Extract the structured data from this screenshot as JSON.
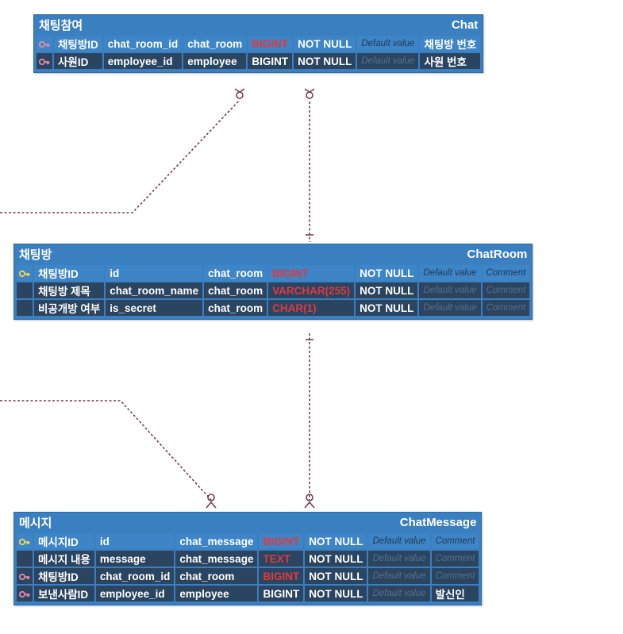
{
  "entities": {
    "chat": {
      "logical_name": "채팅참여",
      "physical_name": "Chat",
      "columns": [
        {
          "key": "fk",
          "logical": "채팅방ID",
          "physical": "chat_room_id",
          "domain": "chat_room",
          "type": "BIGINT",
          "type_color": "red",
          "null": "NOT NULL",
          "default": "Default value",
          "comment": "채팅방 번호",
          "comment_placeholder": false
        },
        {
          "key": "fk",
          "logical": "사원ID",
          "physical": "employee_id",
          "domain": "employee",
          "type": "BIGINT",
          "type_color": "white",
          "null": "NOT NULL",
          "default": "Default value",
          "comment": "사원 번호",
          "comment_placeholder": false
        }
      ]
    },
    "chatroom": {
      "logical_name": "채팅방",
      "physical_name": "ChatRoom",
      "columns": [
        {
          "key": "pk",
          "logical": "채팅방ID",
          "physical": "id",
          "domain": "chat_room",
          "type": "BIGINT",
          "type_color": "red",
          "null": "NOT NULL",
          "default": "Default value",
          "comment": "Comment",
          "comment_placeholder": true
        },
        {
          "key": "",
          "logical": "채팅방 제목",
          "physical": "chat_room_name",
          "domain": "chat_room",
          "type": "VARCHAR(255)",
          "type_color": "red",
          "null": "NOT NULL",
          "default": "Default value",
          "comment": "Comment",
          "comment_placeholder": true
        },
        {
          "key": "",
          "logical": "비공개방 여부",
          "physical": "is_secret",
          "domain": "chat_room",
          "type": "CHAR(1)",
          "type_color": "red",
          "null": "NOT NULL",
          "default": "Default value",
          "comment": "Comment",
          "comment_placeholder": true
        }
      ]
    },
    "chatmessage": {
      "logical_name": "메시지",
      "physical_name": "ChatMessage",
      "columns": [
        {
          "key": "pk",
          "logical": "메시지ID",
          "physical": "id",
          "domain": "chat_message",
          "type": "BIGINT",
          "type_color": "red",
          "null": "NOT NULL",
          "default": "Default value",
          "comment": "Comment",
          "comment_placeholder": true
        },
        {
          "key": "",
          "logical": "메시지 내용",
          "physical": "message",
          "domain": "chat_message",
          "type": "TEXT",
          "type_color": "red",
          "null": "NOT NULL",
          "default": "Default value",
          "comment": "Comment",
          "comment_placeholder": true
        },
        {
          "key": "fk",
          "logical": "채팅방ID",
          "physical": "chat_room_id",
          "domain": "chat_room",
          "type": "BIGINT",
          "type_color": "red",
          "null": "NOT NULL",
          "default": "Default value",
          "comment": "Comment",
          "comment_placeholder": true
        },
        {
          "key": "fk",
          "logical": "보낸사람ID",
          "physical": "employee_id",
          "domain": "employee",
          "type": "BIGINT",
          "type_color": "white",
          "null": "NOT NULL",
          "default": "Default value",
          "comment": "발신인",
          "comment_placeholder": false
        }
      ]
    }
  },
  "colors": {
    "entity_bg": "#3a7fc0",
    "row_light": "#3d85c6",
    "row_dark": "#2b4460",
    "type_red": "#e0393e",
    "pk_icon": "#f1d64a",
    "fk_icon": "#e38aa3",
    "relation_line": "#7a3b4c"
  }
}
